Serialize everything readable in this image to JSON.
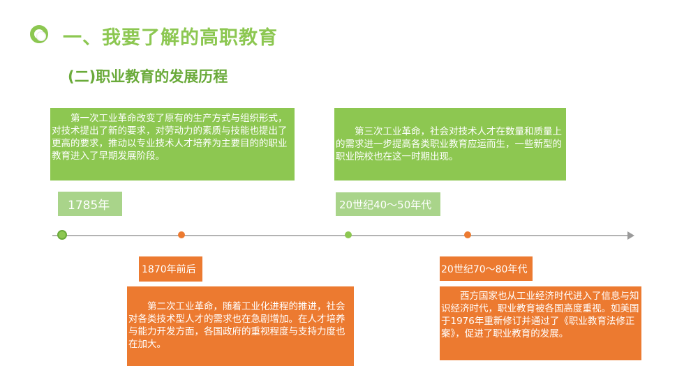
{
  "title": "一、我要了解的高职教育",
  "subtitle": "(二)职业教育的发展历程",
  "events": [
    {
      "year": "1785年",
      "text": "第一次工业革命改变了原有的生产方式与组织形式，对技术提出了新的要求，对劳动力的素质与技能也提出了更高的要求，推动以专业技术人才培养为主要目的的职业教育进入了早期发展阶段。"
    },
    {
      "year": "1870年前后",
      "text": "第二次工业革命，随着工业化进程的推进，社会对各类技术型人才的需求也在急剧增加。在人才培养与能力开发方面，各国政府的重视程度与支持力度也在加大。"
    },
    {
      "year": "20世纪40～50年代",
      "text": "第三次工业革命，社会对技术人才在数量和质量上的需求进一步提高各类职业教育应运而生，一些新型的职业院校也在这一时期出现。"
    },
    {
      "year": "20世纪70～80年代",
      "text": "西方国家也从工业经济时代进入了信息与知识经济时代，职业教育被各国高度重视。如美国于1976年重新修订并通过了《职业教育法修正案》，促进了职业教育的发展。"
    }
  ],
  "colors": {
    "green": "#8dc751",
    "orange": "#ec7a30",
    "axis": "#b3b3b3"
  }
}
